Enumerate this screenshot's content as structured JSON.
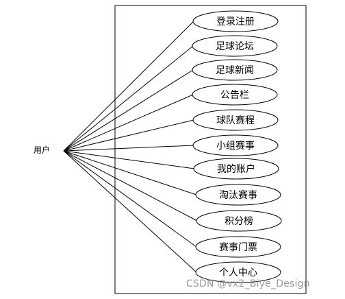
{
  "actor": {
    "label": "用户"
  },
  "use_cases": [
    {
      "label": "登录注册"
    },
    {
      "label": "足球论坛"
    },
    {
      "label": "足球新闻"
    },
    {
      "label": "公告栏"
    },
    {
      "label": "球队赛程"
    },
    {
      "label": "小组赛事"
    },
    {
      "label": "我的账户"
    },
    {
      "label": "淘汰赛事"
    },
    {
      "label": "积分榜"
    },
    {
      "label": "赛事门票"
    },
    {
      "label": "个人中心"
    }
  ],
  "watermark": {
    "text": "CSDN @vx2_Biye_Design"
  }
}
